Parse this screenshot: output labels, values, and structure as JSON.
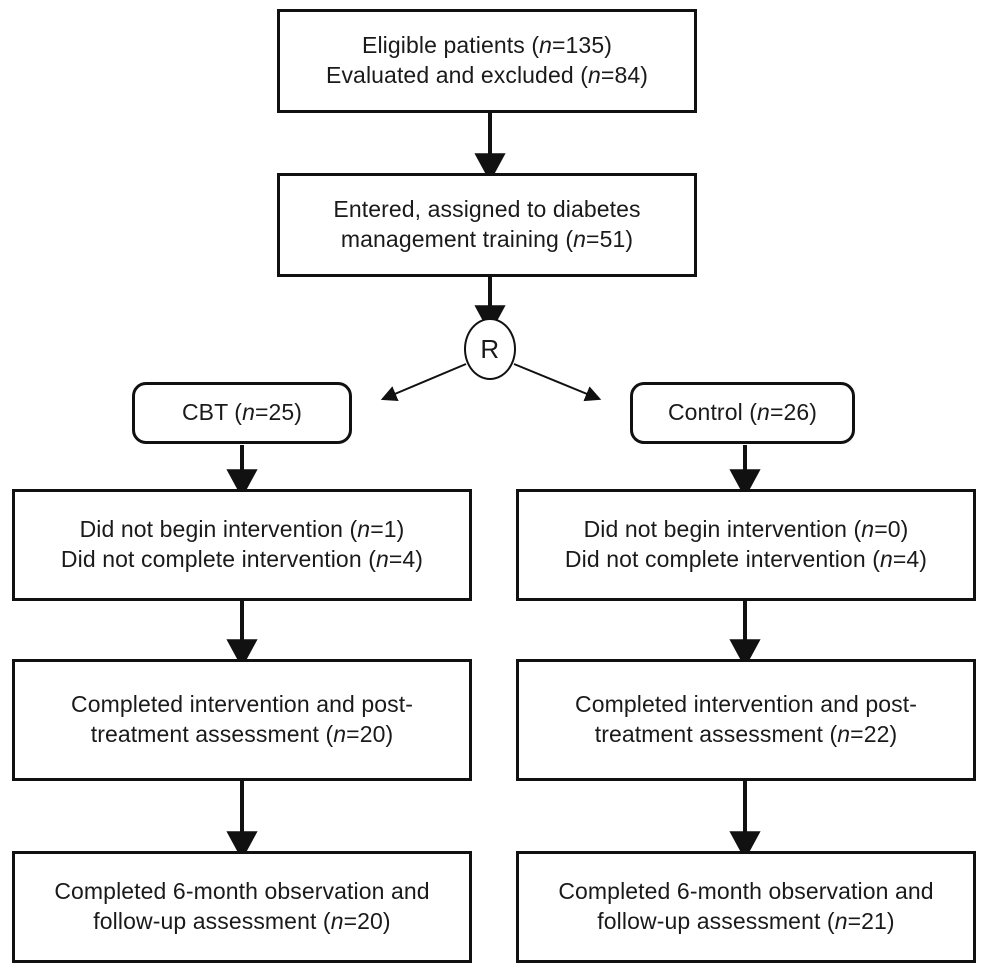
{
  "diagram": {
    "type": "consort-flow-diagram",
    "title": "",
    "colors": {
      "stroke": "#111111",
      "background": "#ffffff",
      "text": "#1a1a1a"
    },
    "randomization": {
      "label": "R",
      "name": "randomization-node"
    },
    "nodes": [
      {
        "id": "eligible",
        "shape": "rect",
        "lines": [
          {
            "text": "Eligible patients (",
            "n": "n",
            "tail": "=135)"
          },
          {
            "text": "Evaluated and excluded (",
            "n": "n",
            "tail": "=84)"
          }
        ],
        "plain": "Eligible patients (n=135) / Evaluated and excluded (n=84)",
        "counts": {
          "eligible": 135,
          "excluded": 84
        }
      },
      {
        "id": "entered",
        "shape": "rect",
        "lines": [
          {
            "text": "Entered, assigned to diabetes",
            "n": "",
            "tail": ""
          },
          {
            "text": "management training (",
            "n": "n",
            "tail": "=51)"
          }
        ],
        "plain": "Entered, assigned to diabetes management training (n=51)",
        "counts": {
          "entered": 51
        }
      },
      {
        "id": "cbt-arm",
        "shape": "rounded-rect",
        "lines": [
          {
            "text": "CBT (",
            "n": "n",
            "tail": "=25)"
          }
        ],
        "plain": "CBT (n=25)",
        "counts": {
          "allocated": 25
        }
      },
      {
        "id": "control-arm",
        "shape": "rounded-rect",
        "lines": [
          {
            "text": "Control (",
            "n": "n",
            "tail": "=26)"
          }
        ],
        "plain": "Control (n=26)",
        "counts": {
          "allocated": 26
        }
      },
      {
        "id": "cbt-dropout",
        "shape": "rect",
        "lines": [
          {
            "text": "Did not begin intervention (",
            "n": "n",
            "tail": "=1)"
          },
          {
            "text": "Did not complete intervention (",
            "n": "n",
            "tail": "=4)"
          }
        ],
        "plain": "Did not begin intervention (n=1) / Did not complete intervention (n=4)",
        "counts": {
          "did_not_begin": 1,
          "did_not_complete": 4
        }
      },
      {
        "id": "control-dropout",
        "shape": "rect",
        "lines": [
          {
            "text": "Did not begin intervention (",
            "n": "n",
            "tail": "=0)"
          },
          {
            "text": "Did not complete intervention (",
            "n": "n",
            "tail": "=4)"
          }
        ],
        "plain": "Did not begin intervention (n=0) / Did not complete intervention (n=4)",
        "counts": {
          "did_not_begin": 0,
          "did_not_complete": 4
        }
      },
      {
        "id": "cbt-completed",
        "shape": "rect",
        "lines": [
          {
            "text": "Completed intervention and post-",
            "n": "",
            "tail": ""
          },
          {
            "text": "treatment assessment (",
            "n": "n",
            "tail": "=20)"
          }
        ],
        "plain": "Completed intervention and post-treatment assessment (n=20)",
        "counts": {
          "completed": 20
        }
      },
      {
        "id": "control-completed",
        "shape": "rect",
        "lines": [
          {
            "text": "Completed intervention and post-",
            "n": "",
            "tail": ""
          },
          {
            "text": "treatment assessment (",
            "n": "n",
            "tail": "=22)"
          }
        ],
        "plain": "Completed intervention and post-treatment assessment (n=22)",
        "counts": {
          "completed": 22
        }
      },
      {
        "id": "cbt-followup",
        "shape": "rect",
        "lines": [
          {
            "text": "Completed 6-month observation and",
            "n": "",
            "tail": ""
          },
          {
            "text": "follow-up assessment  (",
            "n": "n",
            "tail": "=20)"
          }
        ],
        "plain": "Completed 6-month observation and follow-up assessment (n=20)",
        "counts": {
          "followup": 20
        }
      },
      {
        "id": "control-followup",
        "shape": "rect",
        "lines": [
          {
            "text": "Completed 6-month observation and",
            "n": "",
            "tail": ""
          },
          {
            "text": "follow-up assessment  (",
            "n": "n",
            "tail": "=21)"
          }
        ],
        "plain": "Completed 6-month observation and follow-up assessment (n=21)",
        "counts": {
          "followup": 21
        }
      }
    ]
  }
}
